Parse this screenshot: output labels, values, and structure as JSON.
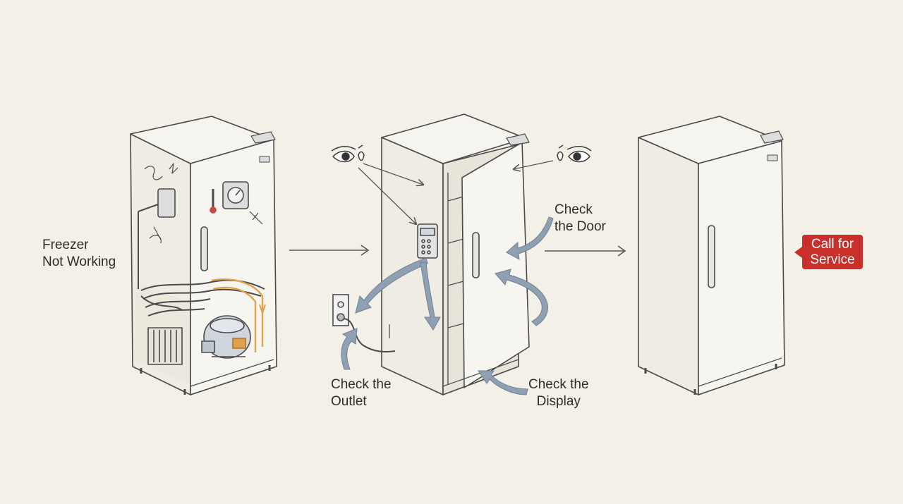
{
  "labels": {
    "problem": [
      "Freezer",
      "Not Working"
    ],
    "door": [
      "Check",
      "the Door"
    ],
    "outlet": [
      "Check the",
      "Outlet"
    ],
    "display": [
      "Check the",
      "Display"
    ],
    "service": [
      "Call for",
      "Service"
    ]
  },
  "colors": {
    "background": "#f3f0e7",
    "sketch_line": "#4a4a4a",
    "flow_arrow": "#8fa0b3",
    "heat_coil": "#e0a24a",
    "service_badge": "#c9302c"
  },
  "icons": [
    "eye-icon",
    "wall-outlet-icon",
    "thermometer-icon",
    "thermostat-dial-icon",
    "compressor-icon",
    "control-panel-icon"
  ]
}
